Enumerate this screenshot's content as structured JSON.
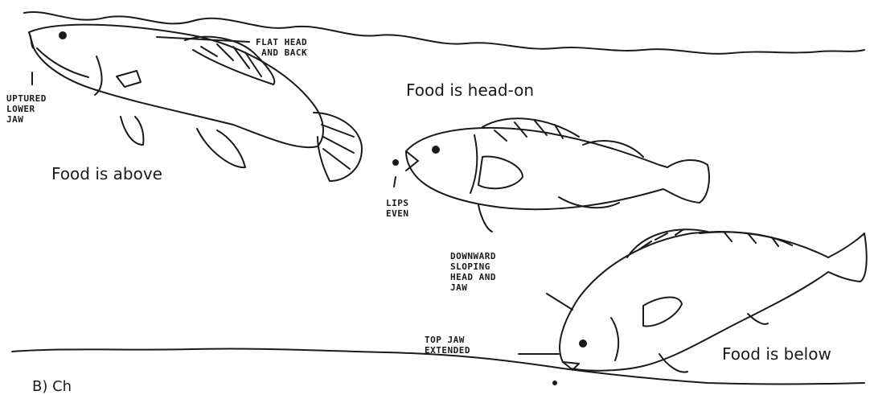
{
  "captions": {
    "food_above": "Food is above",
    "food_head_on": "Food is head-on",
    "food_below": "Food is below"
  },
  "labels": {
    "flat_head": "FLAT HEAD\n AND BACK",
    "uptured_jaw": "UPTURED\nLOWER\nJAW",
    "lips_even": "LIPS\nEVEN",
    "downward_sloping": "DOWNWARD\nSLOPING\nHEAD AND\nJAW",
    "top_jaw": "TOP JAW\nEXTENDED"
  },
  "footer_fragment": "B) Ch",
  "colors": {
    "ink": "#1a1a1a",
    "paper": "#ffffff"
  }
}
